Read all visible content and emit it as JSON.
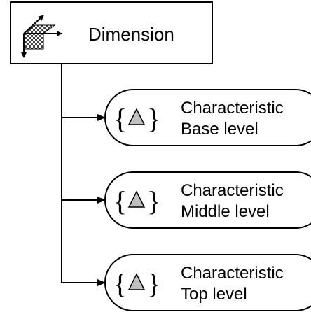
{
  "dimension": {
    "label": "Dimension",
    "icon": "dimension-icon"
  },
  "characteristics": [
    {
      "line1": "Characteristic",
      "line2": "Base level",
      "icon": "characteristic-icon"
    },
    {
      "line1": "Characteristic",
      "line2": "Middle level",
      "icon": "characteristic-icon"
    },
    {
      "line1": "Characteristic",
      "line2": "Top level",
      "icon": "characteristic-icon"
    }
  ],
  "colors": {
    "stroke": "#000000",
    "icon_fill": "#bfbfbf",
    "background": "#ffffff"
  }
}
